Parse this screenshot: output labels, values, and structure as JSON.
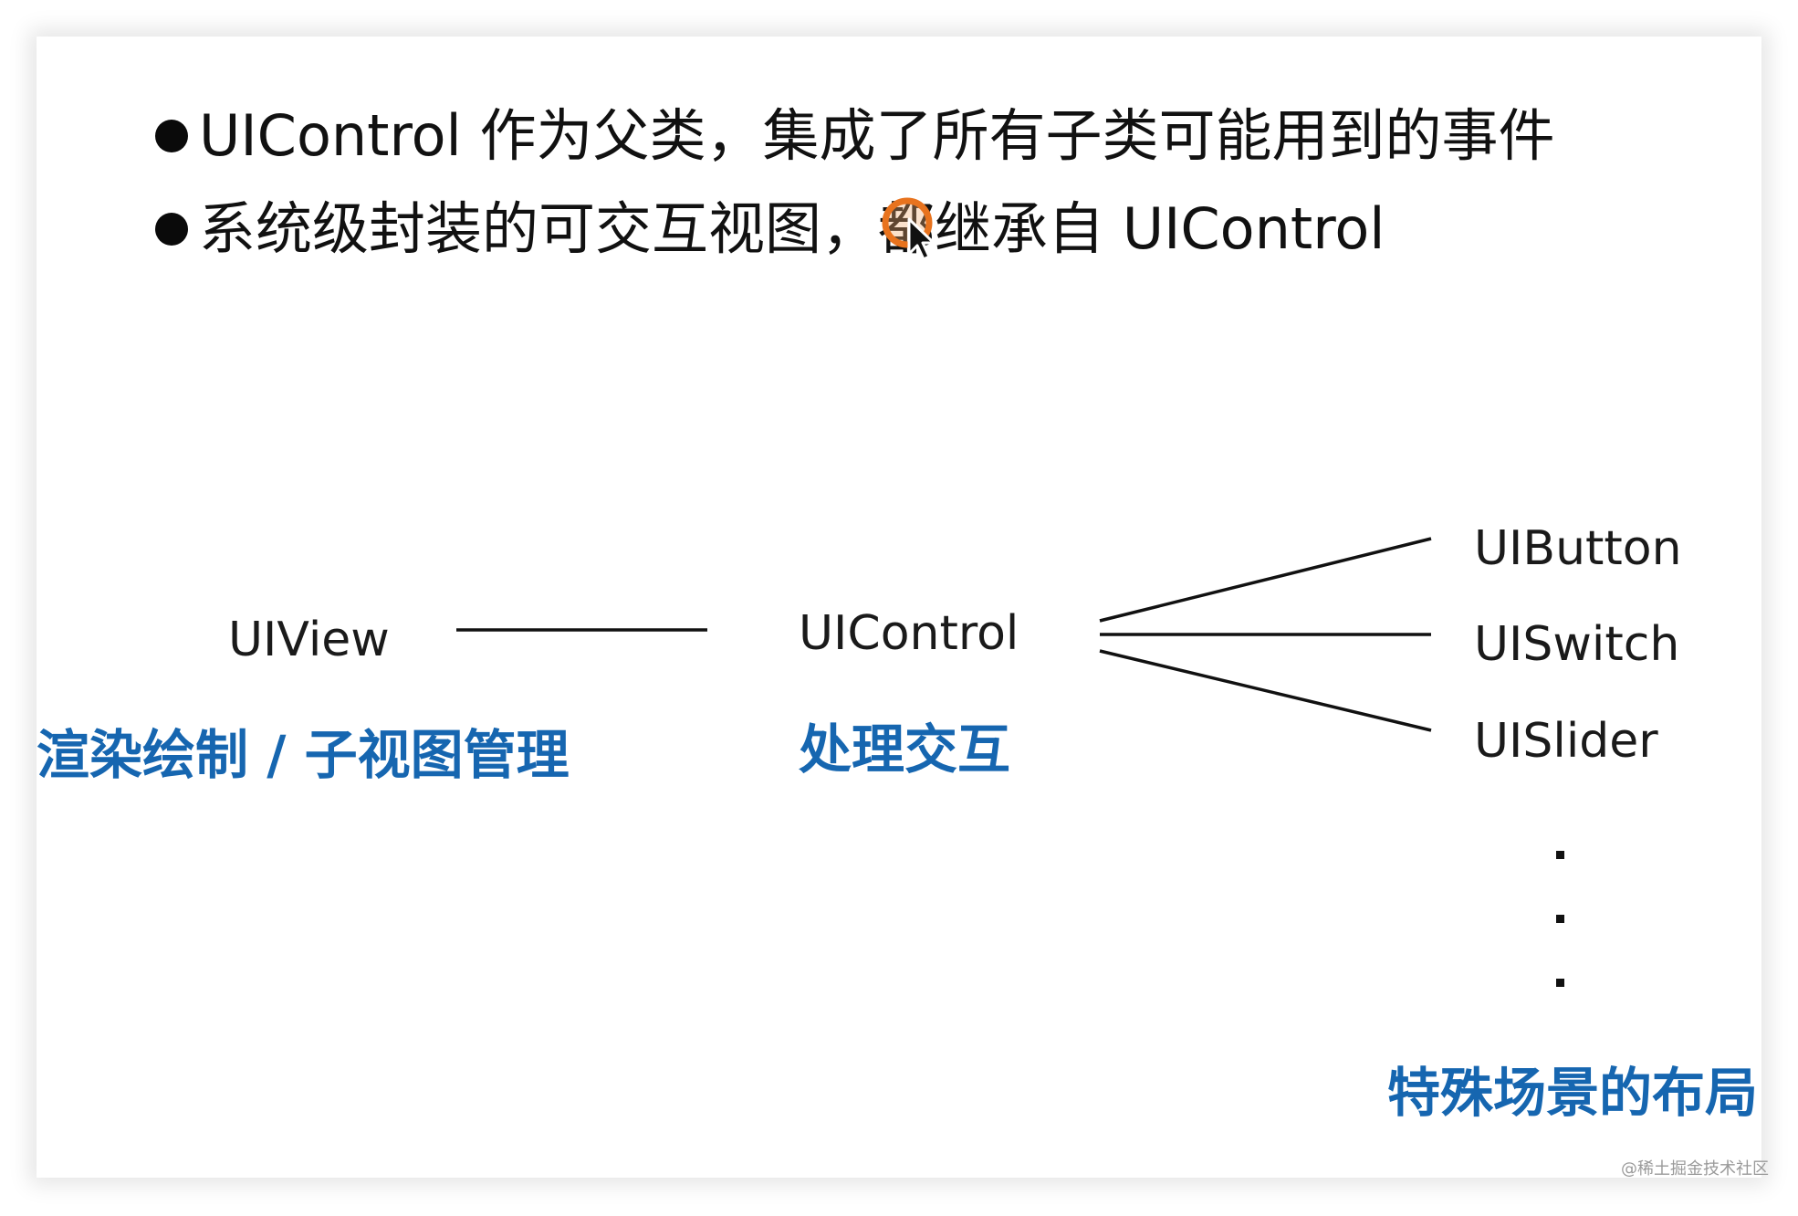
{
  "bullets": [
    "UIControl 作为父类，集成了所有子类可能用到的事件",
    "系统级封装的可交互视图，都继承自 UIControl"
  ],
  "diagram": {
    "root": {
      "label": "UIView",
      "caption": "渲染绘制 /  子视图管理"
    },
    "middle": {
      "label": "UIControl",
      "caption": "处理交互"
    },
    "leaves": [
      {
        "label": "UIButton"
      },
      {
        "label": "UISwitch"
      },
      {
        "label": "UISlider"
      }
    ],
    "leaves_caption": "特殊场景的布局"
  },
  "watermark": "@稀土掘金技术社区",
  "colors": {
    "caption_blue": "#1666b0",
    "cursor_ring": "#e8731e"
  },
  "icons": {
    "cursor": "mouse-pointer-icon"
  }
}
